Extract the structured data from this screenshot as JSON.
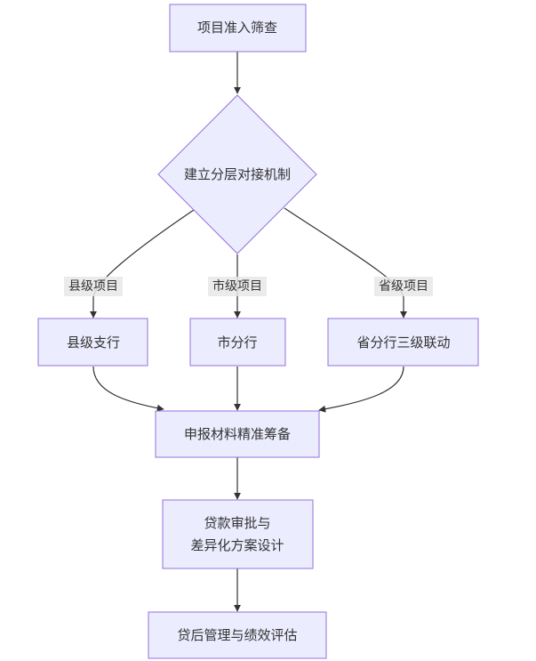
{
  "nodes": {
    "screening": "项目准入筛查",
    "mechanism": "建立分层对接机制",
    "county_branch": "县级支行",
    "city_branch": "市分行",
    "province_branch": "省分行三级联动",
    "materials": "申报材料精准筹备",
    "approval_line1": "贷款审批与",
    "approval_line2": "差异化方案设计",
    "post_loan": "贷后管理与绩效评估"
  },
  "edge_labels": {
    "county": "县级项目",
    "city": "市级项目",
    "province": "省级项目"
  },
  "colors": {
    "node_fill": "#ECECFF",
    "node_stroke": "#9370DB",
    "edge": "#333333",
    "label_bg": "#E8E8E8",
    "text": "#333333"
  }
}
